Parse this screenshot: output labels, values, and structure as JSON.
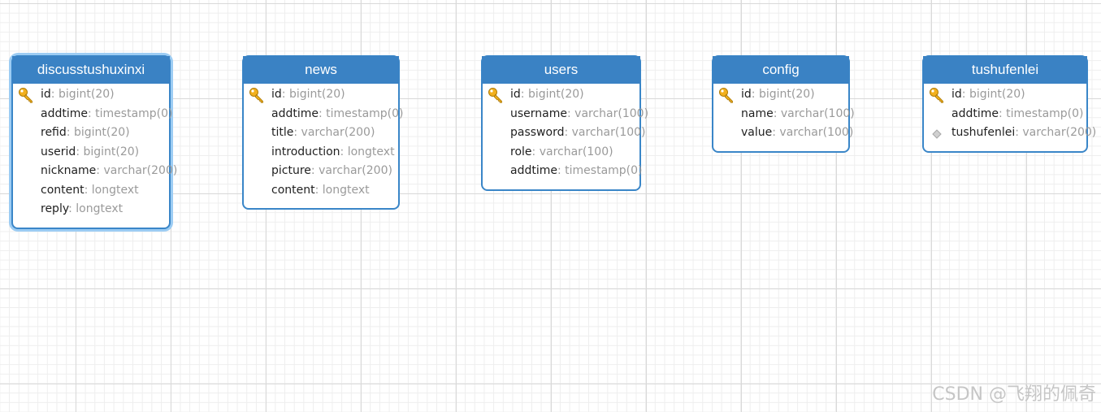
{
  "tables": [
    {
      "name": "discusstushuxinxi",
      "selected": true,
      "columns": [
        {
          "name": "id",
          "type": ": bigint(20)",
          "key": "primary"
        },
        {
          "name": "addtime",
          "type": ": timestamp(0)"
        },
        {
          "name": "refid",
          "type": ": bigint(20)"
        },
        {
          "name": "userid",
          "type": ": bigint(20)"
        },
        {
          "name": "nickname",
          "type": ": varchar(200)"
        },
        {
          "name": "content",
          "type": ": longtext"
        },
        {
          "name": "reply",
          "type": ": longtext"
        }
      ]
    },
    {
      "name": "news",
      "columns": [
        {
          "name": "id",
          "type": ": bigint(20)",
          "key": "primary"
        },
        {
          "name": "addtime",
          "type": ": timestamp(0)"
        },
        {
          "name": "title",
          "type": ": varchar(200)"
        },
        {
          "name": "introduction",
          "type": ": longtext"
        },
        {
          "name": "picture",
          "type": ": varchar(200)"
        },
        {
          "name": "content",
          "type": ": longtext"
        }
      ]
    },
    {
      "name": "users",
      "columns": [
        {
          "name": "id",
          "type": ": bigint(20)",
          "key": "primary"
        },
        {
          "name": "username",
          "type": ": varchar(100)"
        },
        {
          "name": "password",
          "type": ": varchar(100)"
        },
        {
          "name": "role",
          "type": ": varchar(100)"
        },
        {
          "name": "addtime",
          "type": ": timestamp(0)"
        }
      ]
    },
    {
      "name": "config",
      "columns": [
        {
          "name": "id",
          "type": ": bigint(20)",
          "key": "primary"
        },
        {
          "name": "name",
          "type": ": varchar(100)"
        },
        {
          "name": "value",
          "type": ": varchar(100)"
        }
      ]
    },
    {
      "name": "tushufenlei",
      "columns": [
        {
          "name": "id",
          "type": ": bigint(20)",
          "key": "primary"
        },
        {
          "name": "addtime",
          "type": ": timestamp(0)"
        },
        {
          "name": "tushufenlei",
          "type": ": varchar(200)",
          "key": "index"
        }
      ]
    }
  ],
  "watermark": "CSDN @飞翔的佩奇",
  "colors": {
    "header": "#3a82c4",
    "border": "#3a86c8",
    "selection_glow": "#9cccf3",
    "key_icon": "#f2b01e",
    "type_text": "#9a9a9a"
  },
  "icons": {
    "primary": "key-icon",
    "index": "diamond-icon"
  }
}
